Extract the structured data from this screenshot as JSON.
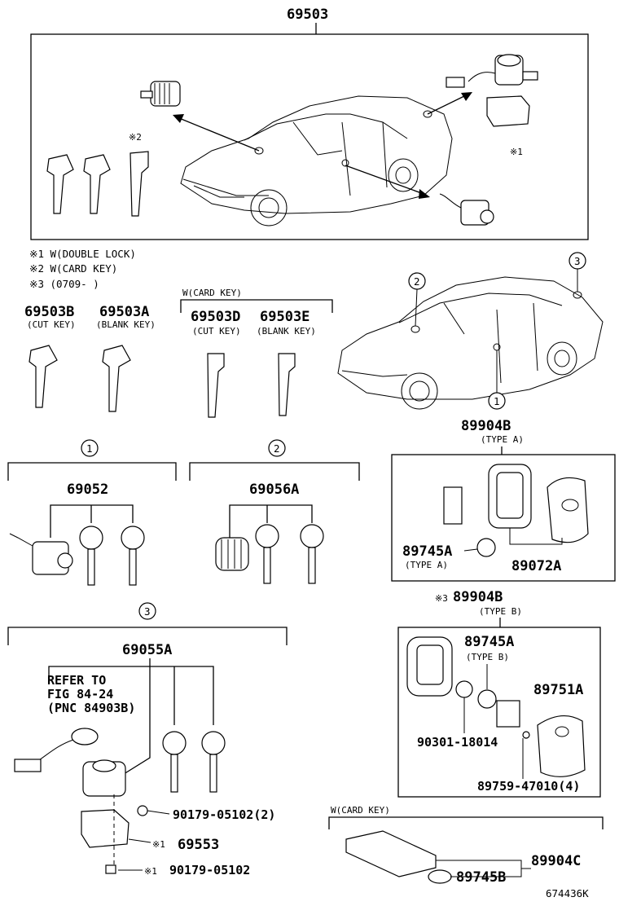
{
  "main": {
    "title": "69503"
  },
  "notes": {
    "n1": "※1 W(DOUBLE LOCK)",
    "n2": "※2 W(CARD KEY)",
    "n3": "※3 (0709-      )"
  },
  "keys": {
    "cut": {
      "pn": "69503B",
      "desc": "(CUT KEY)"
    },
    "blank": {
      "pn": "69503A",
      "desc": "(BLANK KEY)"
    },
    "card_group_label": "W(CARD KEY)",
    "card_cut": {
      "pn": "69503D",
      "desc": "(CUT KEY)"
    },
    "card_blank": {
      "pn": "69503E",
      "desc": "(BLANK KEY)"
    }
  },
  "callouts": {
    "c1": "1",
    "c2": "2",
    "c3": "3"
  },
  "group1": {
    "circle": "1",
    "pn": "69052"
  },
  "group2": {
    "circle": "2",
    "pn": "69056A"
  },
  "group3": {
    "circle": "3",
    "pn": "69055A",
    "refer1": "REFER TO",
    "refer2": "FIG 84-24",
    "refer3": "(PNC 84903B)",
    "screw": "90179-05102(2)",
    "cover_mark": "※1",
    "cover_pn": "69553",
    "bolt_mark": "※1",
    "bolt_pn": "90179-05102"
  },
  "typeA": {
    "pn": "89904B",
    "desc": "(TYPE A)",
    "battery_pn": "89745A",
    "battery_desc": "(TYPE A)",
    "case_pn": "89072A"
  },
  "typeB": {
    "mark": "※3",
    "pn": "89904B",
    "desc": "(TYPE B)",
    "battery_pn": "89745A",
    "battery_desc": "(TYPE B)",
    "cover_pn": "89751A",
    "oring_pn": "90301-18014",
    "screw_pn": "89759-47010(4)"
  },
  "cardkey": {
    "label": "W(CARD KEY)",
    "pn": "89904C",
    "battery_pn": "89745B"
  },
  "figure_id": "674436K"
}
